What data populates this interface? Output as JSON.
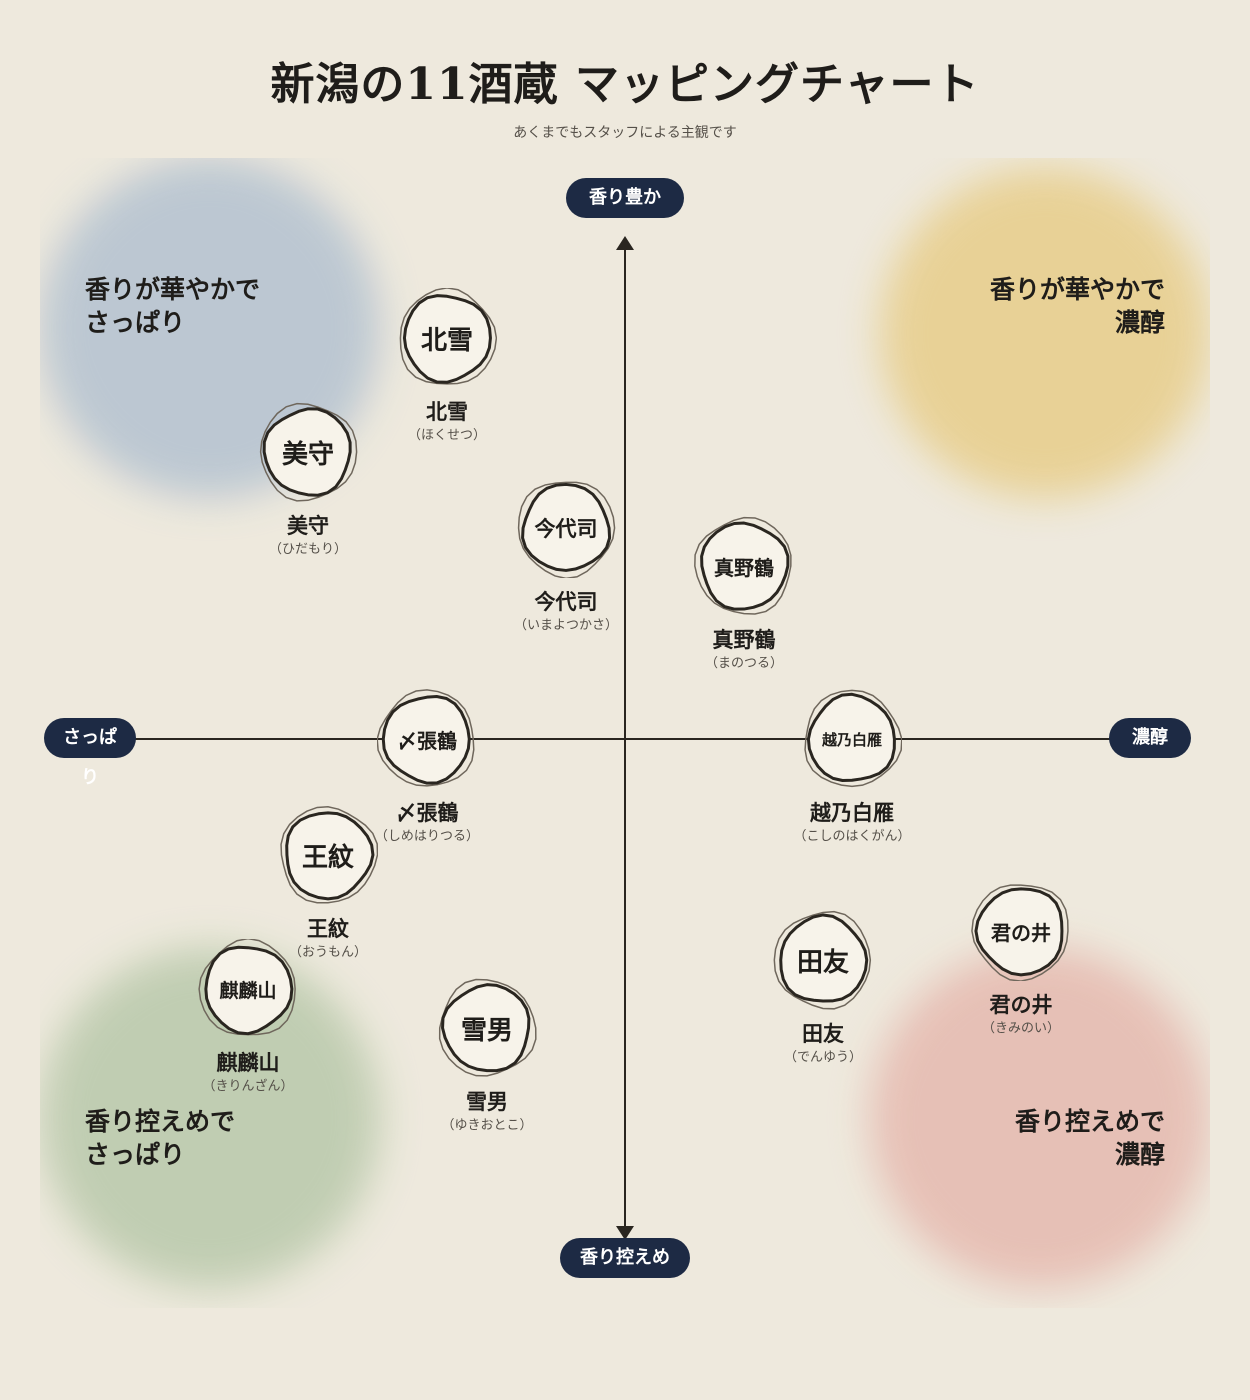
{
  "header": {
    "title": "新潟の11酒蔵 マッピングチャート",
    "subtitle": "あくまでもスタッフによる主観です"
  },
  "axes": {
    "top": "香り豊か",
    "bottom": "香り控えめ",
    "left": "さっぱり",
    "right": "濃醇"
  },
  "quadrants": {
    "top_left": [
      "香りが華やかで",
      "さっぱり"
    ],
    "top_right": [
      "香りが華やかで",
      "濃醇"
    ],
    "bottom_left": [
      "香り控えめで",
      "さっぱり"
    ],
    "bottom_right": [
      "香り控えめで",
      "濃醇"
    ]
  },
  "colors": {
    "pill": "#1d2a44",
    "quadrant_top_left": "#b7c4d1",
    "quadrant_top_right": "#e8cf8f",
    "quadrant_bottom_left": "#bccbae",
    "quadrant_bottom_right": "#e6bcb2",
    "badge_fill": "#f7f3ea",
    "badge_stroke": "#2a2620"
  },
  "breweries": [
    {
      "badge": "北雪",
      "name": "北雪",
      "reading": "（ほくせつ）"
    },
    {
      "badge": "美守",
      "name": "美守",
      "reading": "（ひだもり）"
    },
    {
      "badge": "今代司",
      "name": "今代司",
      "reading": "（いまよつかさ）"
    },
    {
      "badge": "真野鶴",
      "name": "真野鶴",
      "reading": "（まのつる）"
    },
    {
      "badge": "〆張鶴",
      "name": "〆張鶴",
      "reading": "（しめはりつる）"
    },
    {
      "badge": "越乃白雁",
      "name": "越乃白雁",
      "reading": "（こしのはくがん）"
    },
    {
      "badge": "王紋",
      "name": "王紋",
      "reading": "（おうもん）"
    },
    {
      "badge": "君の井",
      "name": "君の井",
      "reading": "（きみのい）"
    },
    {
      "badge": "田友",
      "name": "田友",
      "reading": "（でんゆう）"
    },
    {
      "badge": "麒麟山",
      "name": "麒麟山",
      "reading": "（きりんざん）"
    },
    {
      "badge": "雪男",
      "name": "雪男",
      "reading": "（ゆきおとこ）"
    }
  ]
}
